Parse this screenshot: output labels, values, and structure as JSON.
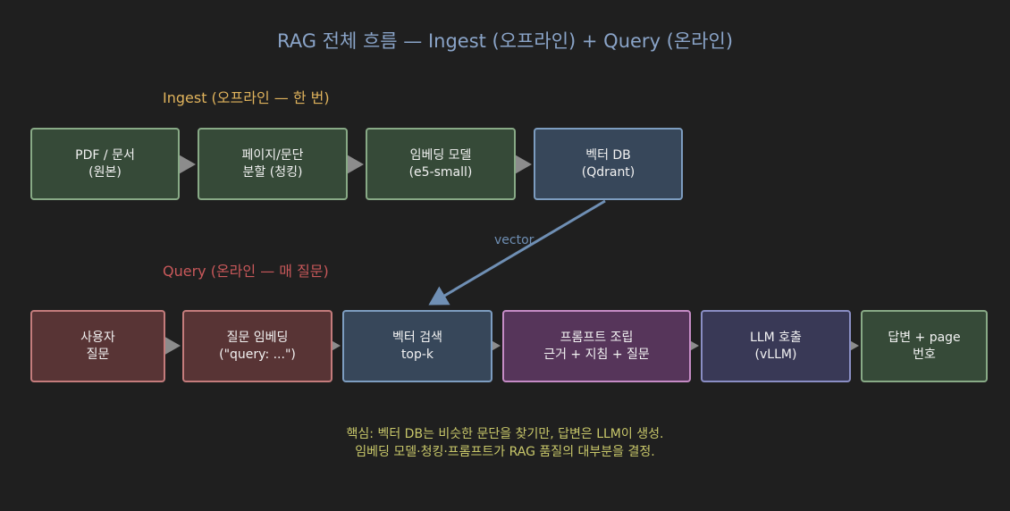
{
  "title": "RAG 전체 흐름 — Ingest (오프라인) + Query (온라인)",
  "ingest": {
    "label": "Ingest (오프라인 — 한 번)",
    "nodes": [
      {
        "line1": "PDF / 문서",
        "line2": "(원본)"
      },
      {
        "line1": "페이지/문단",
        "line2": "분할 (청킹)"
      },
      {
        "line1": "임베딩 모델",
        "line2": "(e5-small)"
      },
      {
        "line1": "벡터 DB",
        "line2": "(Qdrant)"
      }
    ]
  },
  "query": {
    "label": "Query (온라인 — 매 질문)",
    "nodes": [
      {
        "line1": "사용자",
        "line2": "질문"
      },
      {
        "line1": "질문 임베딩",
        "line2": "(\"query: ...\")"
      },
      {
        "line1": "벡터 검색",
        "line2": "top-k"
      },
      {
        "line1": "프롬프트 조립",
        "line2": "근거 + 지침 + 질문"
      },
      {
        "line1": "LLM 호출",
        "line2": "(vLLM)"
      },
      {
        "line1": "답변 + page",
        "line2": "번호"
      }
    ]
  },
  "edge_label": "vector",
  "notes": {
    "line1": "핵심: 벡터 DB는 비슷한 문단을 찾기만, 답변은 LLM이 생성.",
    "line2": "임베딩 모델·청킹·프롬프트가 RAG 품질의 대부분을 결정."
  },
  "colors": {
    "background": "#1f1f1f",
    "title": "#8aa4c8",
    "ingest_label": "#e0b35c",
    "query_label": "#c8585a",
    "arrow": "#8c8c8c",
    "vector_arrow": "#6f8fb4",
    "note": "#c9c86a"
  }
}
